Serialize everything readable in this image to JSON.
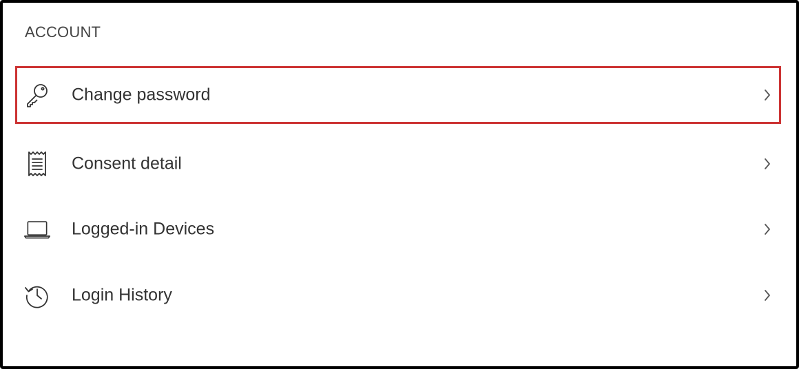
{
  "section": {
    "title": "ACCOUNT"
  },
  "items": [
    {
      "label": "Change password",
      "icon": "key-icon",
      "highlighted": true
    },
    {
      "label": "Consent detail",
      "icon": "receipt-icon",
      "highlighted": false
    },
    {
      "label": "Logged-in Devices",
      "icon": "laptop-icon",
      "highlighted": false
    },
    {
      "label": "Login History",
      "icon": "history-icon",
      "highlighted": false
    }
  ],
  "colors": {
    "highlight_border": "#cc3333",
    "text": "#333333",
    "frame_border": "#000000"
  }
}
